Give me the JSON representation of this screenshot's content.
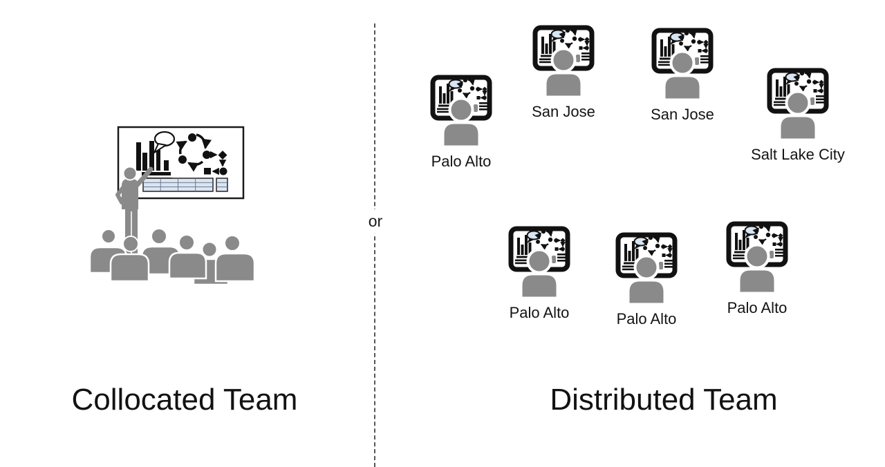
{
  "divider": {
    "or_label": "or"
  },
  "collocated": {
    "title": "Collocated Team",
    "audience_count": 6,
    "scene": "presenter at whiteboard in front of seated audience",
    "whiteboard_elements": [
      "bar-chart",
      "speech-bubble",
      "cycle-diagram",
      "flow-diagram",
      "data-table"
    ]
  },
  "distributed": {
    "title": "Distributed Team",
    "members": [
      {
        "label": "Palo Alto"
      },
      {
        "label": "San Jose"
      },
      {
        "label": "San Jose"
      },
      {
        "label": "Salt Lake City"
      },
      {
        "label": "Palo Alto"
      },
      {
        "label": "Palo Alto"
      },
      {
        "label": "Palo Alto"
      }
    ]
  },
  "icons": {
    "distributed_member": "tablet-screen-with-person",
    "collocated_scene": "presenter-whiteboard-audience"
  },
  "colors": {
    "silhouette_gray": "#8a8a8a",
    "screen_border": "#111111",
    "table_fill": "#dbe5f1",
    "text": "#111111"
  }
}
